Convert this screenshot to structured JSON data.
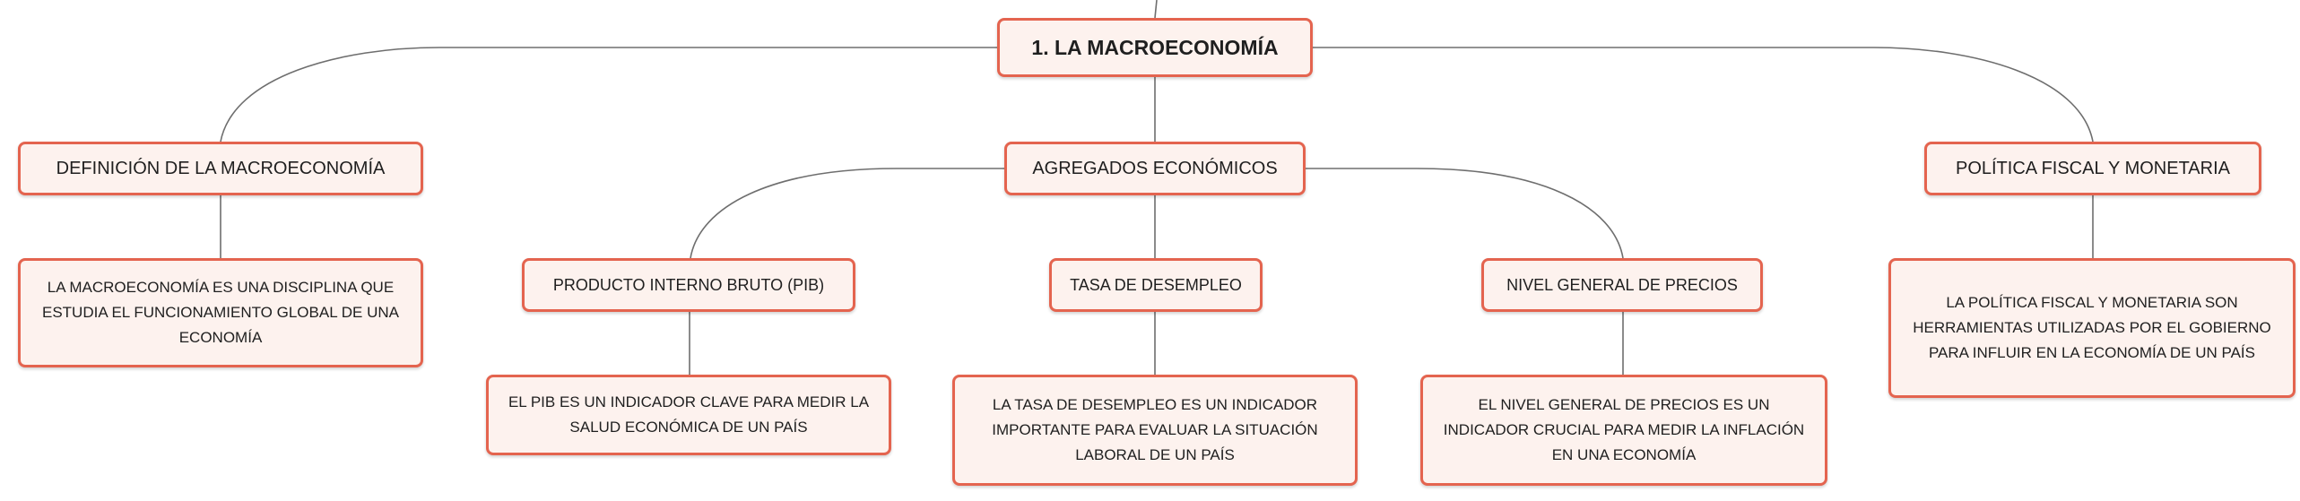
{
  "diagram": {
    "root": {
      "label": "1. LA MACROECONOMÍA"
    },
    "branches": [
      {
        "label": "DEFINICIÓN DE LA MACROECONOMÍA",
        "note": "LA MACROECONOMÍA ES UNA DISCIPLINA QUE ESTUDIA EL FUNCIONAMIENTO GLOBAL DE UNA ECONOMÍA"
      },
      {
        "label": "AGREGADOS ECONÓMICOS",
        "children": [
          {
            "label": "PRODUCTO INTERNO BRUTO (PIB)",
            "note": "EL PIB ES UN INDICADOR CLAVE PARA MEDIR LA SALUD ECONÓMICA DE UN PAÍS"
          },
          {
            "label": "TASA DE DESEMPLEO",
            "note": "LA TASA DE DESEMPLEO ES UN INDICADOR IMPORTANTE PARA EVALUAR LA SITUACIÓN LABORAL DE UN PAÍS"
          },
          {
            "label": "NIVEL GENERAL DE PRECIOS",
            "note": "EL NIVEL GENERAL DE PRECIOS ES UN INDICADOR CRUCIAL PARA MEDIR LA INFLACIÓN EN UNA ECONOMÍA"
          }
        ]
      },
      {
        "label": "POLÍTICA FISCAL Y MONETARIA",
        "note": "LA POLÍTICA FISCAL Y MONETARIA SON HERRAMIENTAS UTILIZADAS POR EL GOBIERNO PARA INFLUIR EN LA ECONOMÍA DE UN PAÍS"
      }
    ]
  }
}
